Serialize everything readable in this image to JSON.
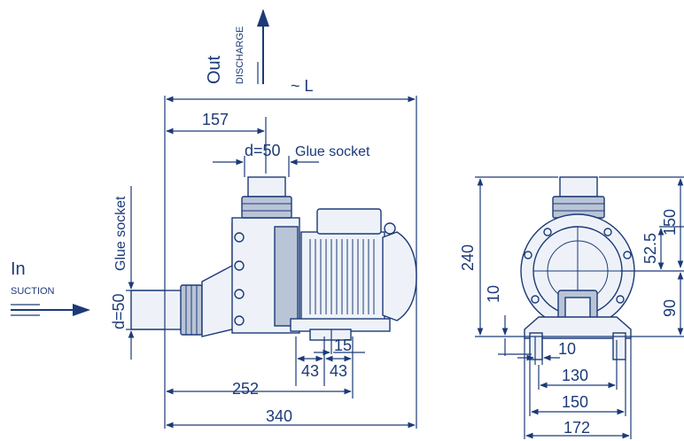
{
  "colors": {
    "line": "#1c3a78",
    "fill": "#eef2f8",
    "shade": "#b9c4d6"
  },
  "flow": {
    "out": "Out",
    "discharge": "DISCHARGE",
    "in": "In",
    "suction": "SUCTION"
  },
  "labels": {
    "glue_socket_top": "Glue socket",
    "glue_socket_left": "Glue socket",
    "d50_top": "d=50",
    "d50_left": "d=50",
    "length": "~ L"
  },
  "side_view": {
    "dim_157": "157",
    "dim_252": "252",
    "dim_340": "340",
    "dim_43a": "43",
    "dim_43b": "43",
    "dim_15": "15"
  },
  "front_view": {
    "dim_240": "240",
    "dim_150v": "150",
    "dim_52_5": "52.5",
    "dim_90": "90",
    "dim_10v": "10",
    "dim_10h": "10",
    "dim_130": "130",
    "dim_150h": "150",
    "dim_172": "172"
  }
}
